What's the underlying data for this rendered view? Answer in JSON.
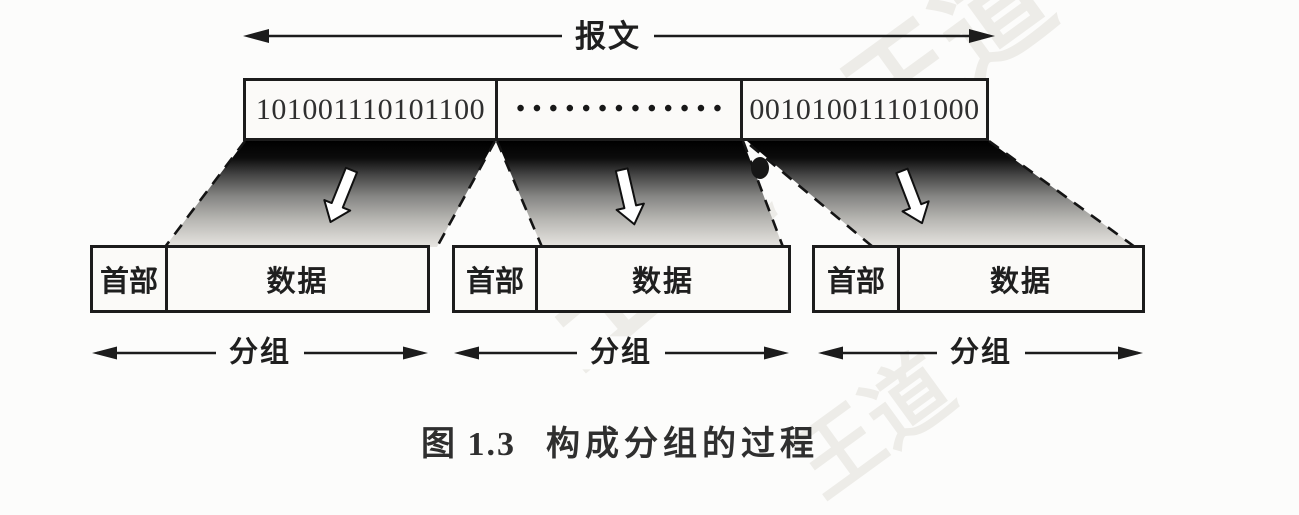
{
  "figure": {
    "message_label": "报文",
    "message_box": {
      "segment1": "101001110101100",
      "segment2_dots": "•••••••••••••",
      "segment3": "001010011101000"
    },
    "packets": [
      {
        "header_label": "首部",
        "data_label": "数据",
        "group_label": "分组"
      },
      {
        "header_label": "首部",
        "data_label": "数据",
        "group_label": "分组"
      },
      {
        "header_label": "首部",
        "data_label": "数据",
        "group_label": "分组"
      }
    ],
    "caption": {
      "number": "图 1.3",
      "title": "构成分组的过程"
    },
    "watermark": "王道",
    "icons": {
      "message_span": "double-headed-arrow",
      "group_span": "double-headed-arrow",
      "fragment": "down-arrow",
      "artifact": "black-dot"
    },
    "colors": {
      "background": "#fcfcfb",
      "ink": "#1c1c1c",
      "gradient_top": "#000000",
      "gradient_bottom": "#e7e5e1",
      "caption_text": "#2f2f2f"
    }
  }
}
